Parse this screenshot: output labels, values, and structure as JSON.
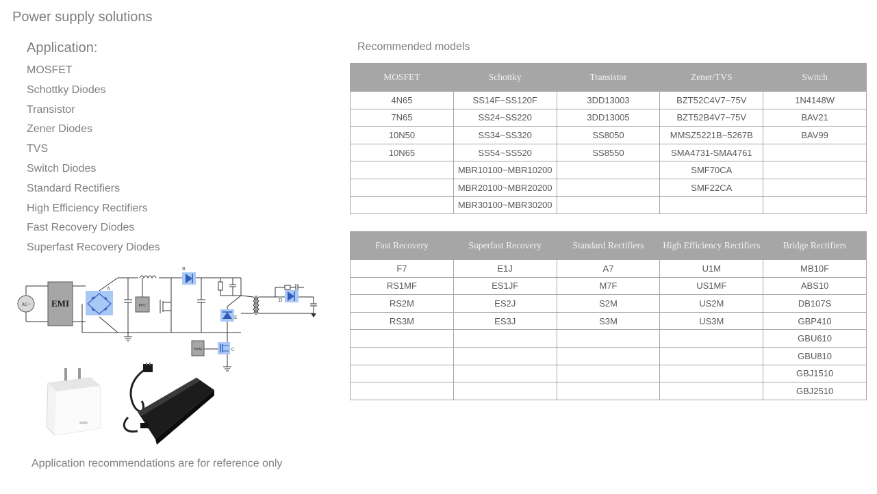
{
  "page": {
    "title": "Power supply solutions",
    "application_heading": "Application:",
    "applications": [
      "MOSFET",
      "Schottky Diodes",
      "Transistor",
      "Zener Diodes",
      "TVS",
      "Switch Diodes",
      "Standard Rectifiers",
      "High Efficiency  Rectifiers",
      "Fast Recovery Diodes",
      "Superfast Recovery Diodes"
    ],
    "recommended_heading": "Recommended models",
    "footnote": "Application recommendations are for reference only"
  },
  "circuit": {
    "ac_label": "AC~",
    "emi_label": "EMI",
    "pfc_label": "PFC",
    "pwm_label": "PWM",
    "label_a": "A",
    "label_b": "B",
    "label_c": "C",
    "label_d": "D",
    "label_e": "E",
    "highlight_color": "#a9c8f5",
    "component_color": "#2e5cb8"
  },
  "table_top": {
    "headers": [
      "MOSFET",
      "Schottky",
      "Transistor",
      "Zener/TVS",
      "Switch"
    ],
    "rows": [
      [
        "4N65",
        "SS14F~SS120F",
        "3DD13003",
        "BZT52C4V7~75V",
        "1N4148W"
      ],
      [
        "7N65",
        "SS24~SS220",
        "3DD13005",
        "BZT52B4V7~75V",
        "BAV21"
      ],
      [
        "10N50",
        "SS34~SS320",
        "SS8050",
        "MMSZ5221B~5267B",
        "BAV99"
      ],
      [
        "10N65",
        "SS54~SS520",
        "SS8550",
        "SMA4731-SMA4761",
        ""
      ],
      [
        "",
        "MBR10100~MBR10200",
        "",
        "SMF70CA",
        ""
      ],
      [
        "",
        "MBR20100~MBR20200",
        "",
        "SMF22CA",
        ""
      ],
      [
        "",
        "MBR30100~MBR30200",
        "",
        "",
        ""
      ]
    ]
  },
  "table_bottom": {
    "headers": [
      "Fast Recovery",
      "Superfast Recovery",
      "Standard Rectifiers",
      "High Efficiency  Rectifiers",
      "Bridge Rectifiers"
    ],
    "rows": [
      [
        "F7",
        "E1J",
        "A7",
        "U1M",
        "MB10F"
      ],
      [
        "RS1MF",
        "ES1JF",
        "M7F",
        "US1MF",
        "ABS10"
      ],
      [
        "RS2M",
        "ES2J",
        "S2M",
        "US2M",
        "DB107S"
      ],
      [
        "RS3M",
        "ES3J",
        "S3M",
        "US3M",
        "GBP410"
      ],
      [
        "",
        "",
        "",
        "",
        "GBU610"
      ],
      [
        "",
        "",
        "",
        "",
        "GBU810"
      ],
      [
        "",
        "",
        "",
        "",
        "GBJ1510"
      ],
      [
        "",
        "",
        "",
        "",
        "GBJ2510"
      ]
    ]
  },
  "colors": {
    "header_bg": "#a6a6a6",
    "border": "#a6a6a6",
    "text": "#595959",
    "heading_text": "#7f7f7f"
  }
}
